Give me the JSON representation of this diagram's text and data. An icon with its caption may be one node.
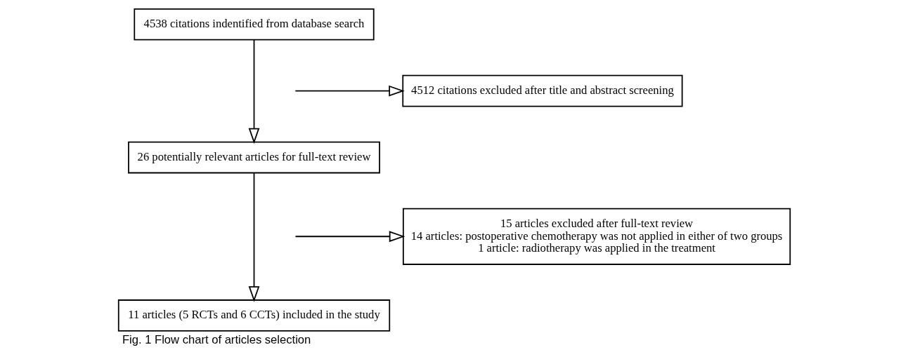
{
  "diagram": {
    "caption": "Fig. 1 Flow chart of articles selection",
    "nodes": [
      {
        "text": [
          "4538 citations indentified from database search"
        ]
      },
      {
        "text": [
          "4512 citations excluded after title and abstract screening"
        ]
      },
      {
        "text": [
          "26 potentially relevant articles for full-text review"
        ]
      },
      {
        "text": [
          "15 articles excluded after full-text review",
          "14 articles: postoperative chemotherapy was not applied in either of two groups",
          "1 article: radiotherapy was applied in the treatment"
        ]
      },
      {
        "text": [
          "11 articles (5 RCTs and 6 CCTs) included in the study"
        ]
      }
    ],
    "edges": [
      {
        "from": 0,
        "to": 2,
        "arrow": "to"
      },
      {
        "from": null,
        "to": 1,
        "arrow": "to"
      },
      {
        "from": 2,
        "to": 4,
        "arrow": "to"
      },
      {
        "from": null,
        "to": 3,
        "arrow": "to"
      }
    ]
  }
}
